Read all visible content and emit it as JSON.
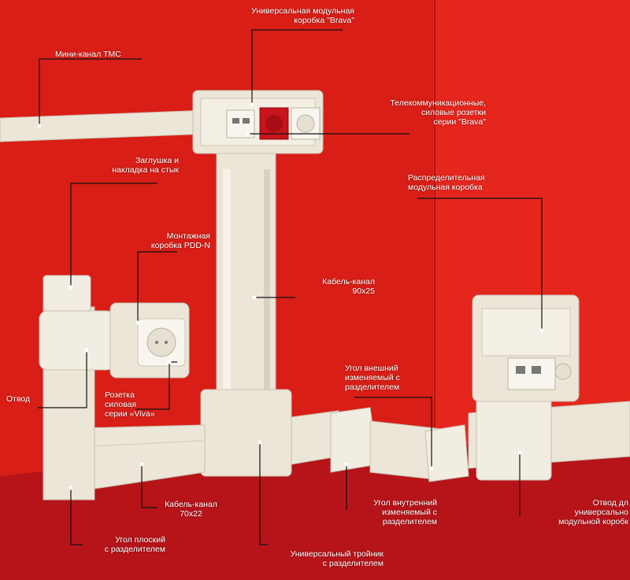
{
  "colors": {
    "wall_left": "#d81e16",
    "wall_right": "#e5261d",
    "floor": "#b7141a",
    "trunking": "#ece6d8",
    "trunking_shadow": "#c8c0b0",
    "leader": "#111111",
    "socket_red": "#c8141c",
    "label_text": "#ffffff"
  },
  "labels": {
    "brava_box": "Универсальная модульная\nкоробка \"Brava\"",
    "mini_channel": "Мини-канал ТМС",
    "telecom_sockets": "Телекоммуникационные,\nсиловые розетки\nсерии \"Brava\"",
    "end_cap": "Заглушка и\nнакладка на стык",
    "distribution_box": "Распределительная\nмодульная коробка",
    "mounting_box": "Монтажная\nкоробка PDD-N",
    "cable_channel_90": "Кабель-канал\n90x25",
    "external_corner": "Угол внешний\nизменяемый с\nразделителем",
    "branch": "Отвод",
    "viva_socket": "Розетка\nсиловая\nсерии «Viva»",
    "cable_channel_70": "Кабель-канал\n70x22",
    "internal_corner": "Угол внутренний\nизменяемый с\nразделителем",
    "box_branch": "Отвод дл\nуниверсально\nмодульной коробк",
    "flat_corner": "Угол плоский\nс разделителем",
    "tee": "Универсальный тройник\nс разделителем"
  }
}
